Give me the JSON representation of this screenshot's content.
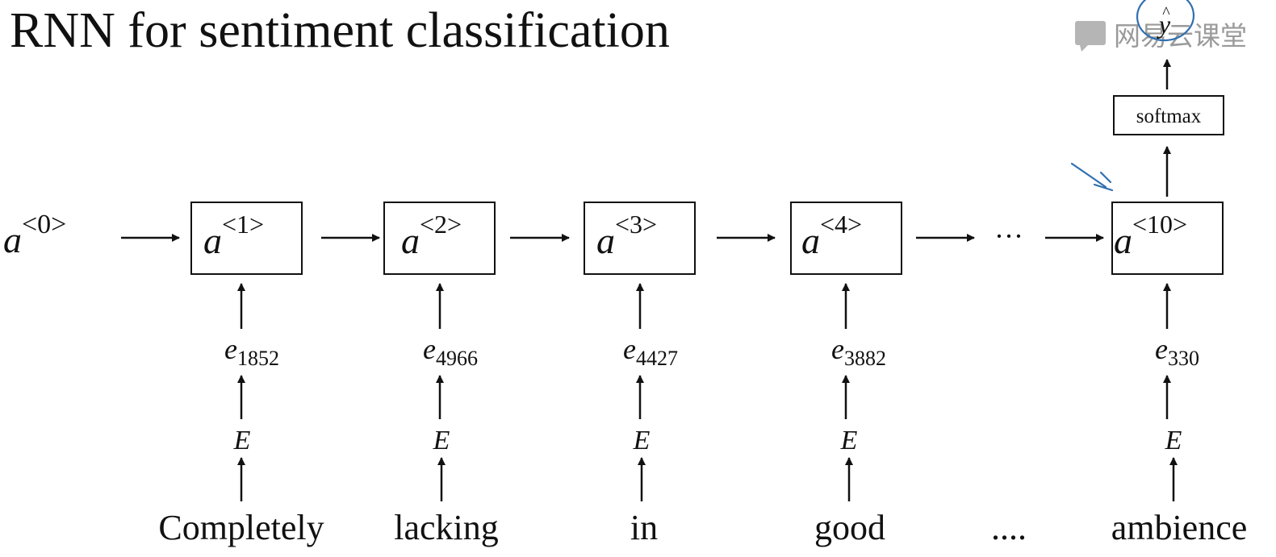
{
  "title": "RNN for sentiment classification",
  "initial_activation": {
    "base": "a",
    "sup": "<0>"
  },
  "cells": [
    {
      "base": "a",
      "sup": "<1>",
      "emb_base": "e",
      "emb_sub": "1852",
      "matrix": "E",
      "word": "Completely"
    },
    {
      "base": "a",
      "sup": "<2>",
      "emb_base": "e",
      "emb_sub": "4966",
      "matrix": "E",
      "word": "lacking"
    },
    {
      "base": "a",
      "sup": "<3>",
      "emb_base": "e",
      "emb_sub": "4427",
      "matrix": "E",
      "word": "in"
    },
    {
      "base": "a",
      "sup": "<4>",
      "emb_base": "e",
      "emb_sub": "3882",
      "matrix": "E",
      "word": "good"
    },
    {
      "base": "a",
      "sup": "<10>",
      "emb_base": "e",
      "emb_sub": "330",
      "matrix": "E",
      "word": "ambience"
    }
  ],
  "ellipsis_middle": "···",
  "ellipsis_words": "....",
  "softmax_label": "softmax",
  "output": {
    "base": "y",
    "hat": "^"
  },
  "watermark": {
    "text": "网易云课堂"
  },
  "colors": {
    "ink": "#111111",
    "annotation": "#2f6fb0",
    "watermark": "#9a9a9a"
  }
}
